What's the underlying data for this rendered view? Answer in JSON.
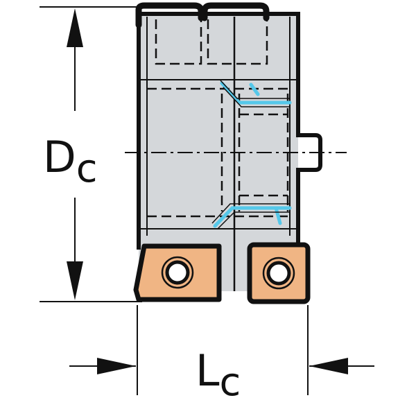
{
  "labels": {
    "diameter_main": "D",
    "diameter_sub": "c",
    "length_main": "L",
    "length_sub": "c"
  },
  "colors": {
    "body_fill": "#d4d7da",
    "outline": "#111111",
    "insert_fill": "#f0b584",
    "coolant": "#55c8ea",
    "background": "#ffffff"
  },
  "icons": {
    "arrow": "arrowhead-triangle",
    "insert_hole": "screw-ring"
  }
}
